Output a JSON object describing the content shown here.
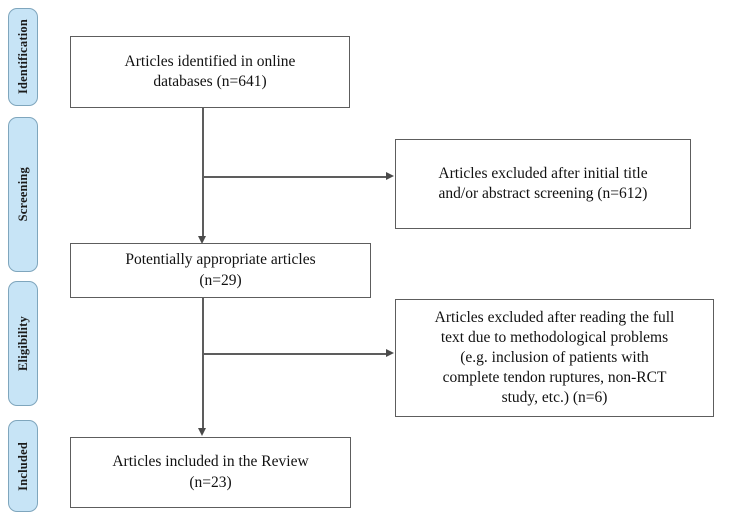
{
  "diagram": {
    "type": "prisma-flow-diagram",
    "title": "PRISMA study selection flow diagram",
    "colors": {
      "stage_fill": "#c7e4f6",
      "stage_border": "#7fa6bd",
      "box_border": "#5d5d5d",
      "box_fill": "#ffffff",
      "connector": "#5d5d5d",
      "text": "#111111",
      "background": "#ffffff"
    }
  },
  "stages": [
    {
      "id": "identification",
      "label": "Identification"
    },
    {
      "id": "screening",
      "label": "Screening"
    },
    {
      "id": "eligibility",
      "label": "Eligibility"
    },
    {
      "id": "included",
      "label": "Included"
    }
  ],
  "boxes": [
    {
      "id": "identified",
      "text": "Articles identified in online\ndatabases (n=641)",
      "lines": [
        "Articles identified in online",
        "databases (n=641)"
      ],
      "count_label": "n=641",
      "count": 641,
      "stage": "identification"
    },
    {
      "id": "excluded-title-abstract",
      "text": "Articles excluded after initial title\nand/or abstract screening (n=612)",
      "lines": [
        "Articles excluded after initial title",
        "and/or abstract screening (n=612)"
      ],
      "count_label": "n=612",
      "count": 612,
      "stage": "screening"
    },
    {
      "id": "potentially-appropriate",
      "text": "Potentially appropriate articles\n(n=29)",
      "lines": [
        "Potentially appropriate articles",
        "(n=29)"
      ],
      "count_label": "n=29",
      "count": 29,
      "stage": "screening"
    },
    {
      "id": "excluded-full-text",
      "text": "Articles excluded after reading the full\ntext due to methodological problems\n(e.g. inclusion of patients with\ncomplete tendon ruptures, non-RCT\nstudy, etc.) (n=6)",
      "lines": [
        "Articles excluded after reading the full",
        "text due to methodological problems",
        "(e.g. inclusion of patients with",
        "complete tendon ruptures, non-RCT",
        "study, etc.) (n=6)"
      ],
      "count_label": "n=6",
      "count": 6,
      "stage": "eligibility"
    },
    {
      "id": "included-review",
      "text": "Articles included in the Review\n(n=23)",
      "lines": [
        "Articles included in the Review",
        "(n=23)"
      ],
      "count_label": "n=23",
      "count": 23,
      "stage": "included"
    }
  ],
  "connectors": [
    {
      "id": "identified-to-potential",
      "from": "identified",
      "to": "potentially-appropriate",
      "direction": "down",
      "arrowhead": true
    },
    {
      "id": "branch-to-excluded-title",
      "from": "identified",
      "to": "excluded-title-abstract",
      "direction": "right",
      "arrowhead": true
    },
    {
      "id": "potential-to-included",
      "from": "potentially-appropriate",
      "to": "included-review",
      "direction": "down",
      "arrowhead": true
    },
    {
      "id": "branch-to-excluded-fulltext",
      "from": "potentially-appropriate",
      "to": "excluded-full-text",
      "direction": "right",
      "arrowhead": true
    }
  ]
}
